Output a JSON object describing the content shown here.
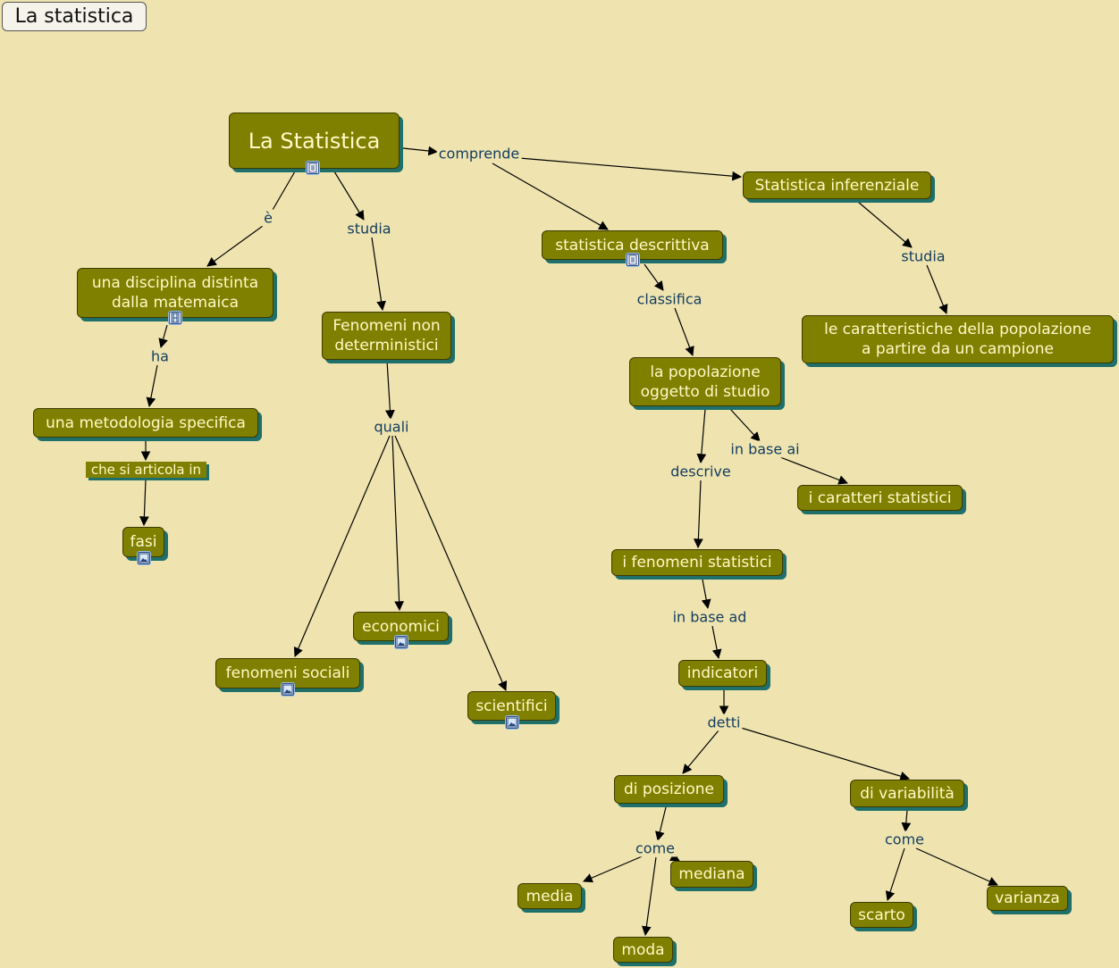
{
  "window_title": "La statistica",
  "colors": {
    "background": "#efe4b0",
    "node_fill": "#808000",
    "node_text": "#fffac8",
    "node_shadow": "#1f6f6a",
    "link_text": "#123c5e"
  },
  "nodes": {
    "la_statistica": {
      "label": "La Statistica",
      "icon": "document-icon"
    },
    "disciplina": {
      "label": "una disciplina distinta\ndalla matemaica",
      "icon": "film-icon"
    },
    "metodologia": {
      "label": "una metodologia specifica"
    },
    "articola": {
      "label": "che si articola in"
    },
    "fasi": {
      "label": "fasi",
      "icon": "image-icon"
    },
    "fenomeni_non": {
      "label": "Fenomeni non\ndeterministici"
    },
    "economici": {
      "label": "economici",
      "icon": "image-icon"
    },
    "sociali": {
      "label": "fenomeni sociali",
      "icon": "image-icon"
    },
    "scientifici": {
      "label": "scientifici",
      "icon": "image-icon"
    },
    "descrittiva": {
      "label": "statistica descrittiva",
      "icon": "document-icon"
    },
    "inferenziale": {
      "label": "Statistica inferenziale"
    },
    "caratteristiche": {
      "label": "le  caratteristiche della popolazione\na partire da un campione"
    },
    "popolazione": {
      "label": "la popolazione\noggetto di studio"
    },
    "caratteri": {
      "label": "i caratteri statistici"
    },
    "fenomeni_stat": {
      "label": "i fenomeni statistici"
    },
    "indicatori": {
      "label": "indicatori"
    },
    "posizione": {
      "label": "di posizione"
    },
    "variabilita": {
      "label": "di variabilità"
    },
    "media": {
      "label": "media"
    },
    "mediana": {
      "label": "mediana"
    },
    "moda": {
      "label": "moda"
    },
    "scarto": {
      "label": "scarto"
    },
    "varianza": {
      "label": "varianza"
    }
  },
  "links": {
    "e": "è",
    "studia1": "studia",
    "comprende": "comprende",
    "ha": "ha",
    "quali": "quali",
    "classifica": "classifica",
    "studia2": "studia",
    "in_base_ai": "in base ai",
    "descrive": "descrive",
    "in_base_ad": "in base ad",
    "detti": "detti",
    "come1": "come",
    "come2": "come"
  }
}
